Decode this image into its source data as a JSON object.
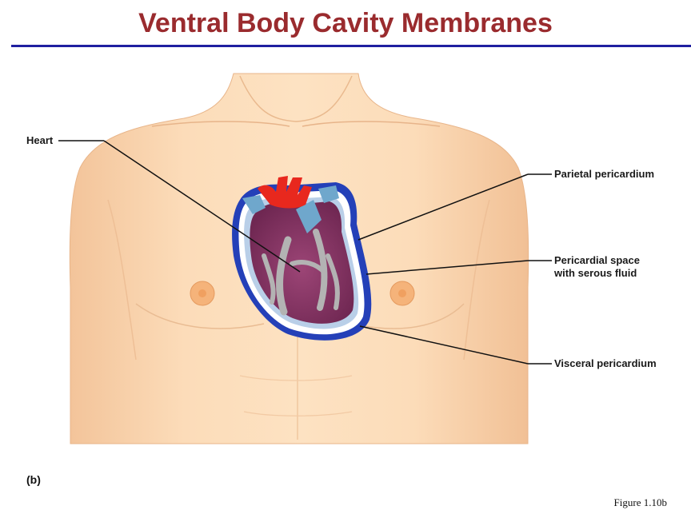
{
  "title": "Ventral Body Cavity Membranes",
  "panel_label": "(b)",
  "figure_label": "Figure 1.10b",
  "labels": {
    "heart": "Heart",
    "parietal": "Parietal pericardium",
    "space_line1": "Pericardial space",
    "space_line2": "with serous fluid",
    "visceral": "Visceral pericardium"
  },
  "colors": {
    "title": "#9a2b2e",
    "rule": "#1f1fa0",
    "skin": "#fbd8b3",
    "pericardium": "#2440b8",
    "heart": "#8b3a6a",
    "vessels_red": "#e8281e",
    "vessels_blue": "#6fa7cc"
  }
}
